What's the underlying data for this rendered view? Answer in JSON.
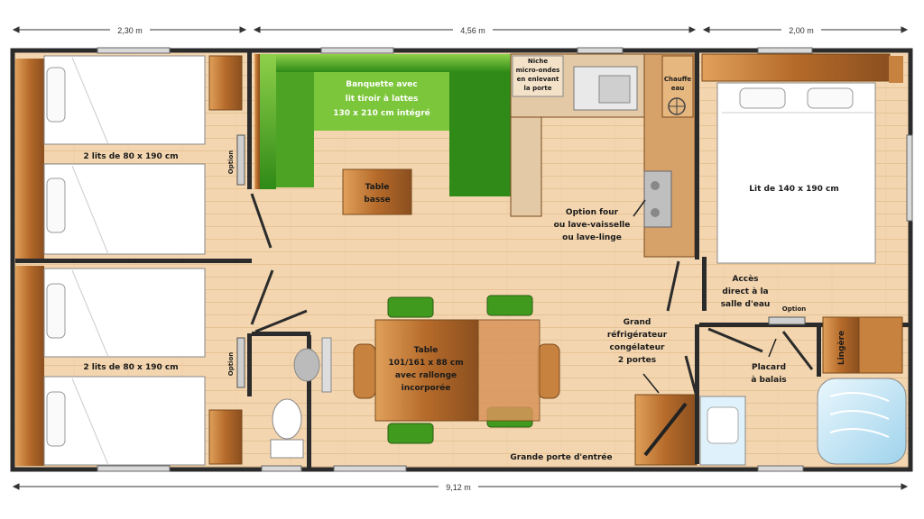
{
  "dimensions": {
    "top_left": "2,30 m",
    "top_middle": "4,56 m",
    "top_right": "2,00 m",
    "bottom": "9,12 m"
  },
  "labels": {
    "banquette": [
      "Banquette avec",
      "lit tiroir à lattes",
      "130 x 210 cm intégré"
    ],
    "niche": [
      "Niche",
      "micro-ondes",
      "en enlevant",
      "la porte"
    ],
    "chauffe_eau": [
      "Chauffe",
      "eau"
    ],
    "table_basse": [
      "Table",
      "basse"
    ],
    "lits_top": "2 lits de 80 x 190 cm",
    "lits_bottom": "2 lits de 80 x 190 cm",
    "option_left_top": "Option",
    "option_left_bottom": "Option",
    "option_four": [
      "Option four",
      "ou lave-vaisselle",
      "ou lave-linge"
    ],
    "lit_140": "Lit de 140 x 190 cm",
    "acces": [
      "Accès",
      "direct à la",
      "salle d'eau"
    ],
    "option_right": "Option",
    "refrigerateur": [
      "Grand",
      "réfrigérateur",
      "congélateur",
      "2 portes"
    ],
    "table": [
      "Table",
      "101/161 x 88 cm",
      "avec rallonge",
      "incorporée"
    ],
    "placard": [
      "Placard",
      "à balais"
    ],
    "lingerie": "Lingère",
    "porte_entree": "Grande porte d'entrée"
  },
  "colors": {
    "floor": "#f3d6b0",
    "floor_line": "#e9c597",
    "wall": "#2b2b2b",
    "wood": "#c8823f",
    "wood_dark": "#8a4f1f",
    "green": "#3f9a1e",
    "green_light": "#7cc63b",
    "bed": "#ffffff",
    "blue": "#bfe3f5"
  }
}
